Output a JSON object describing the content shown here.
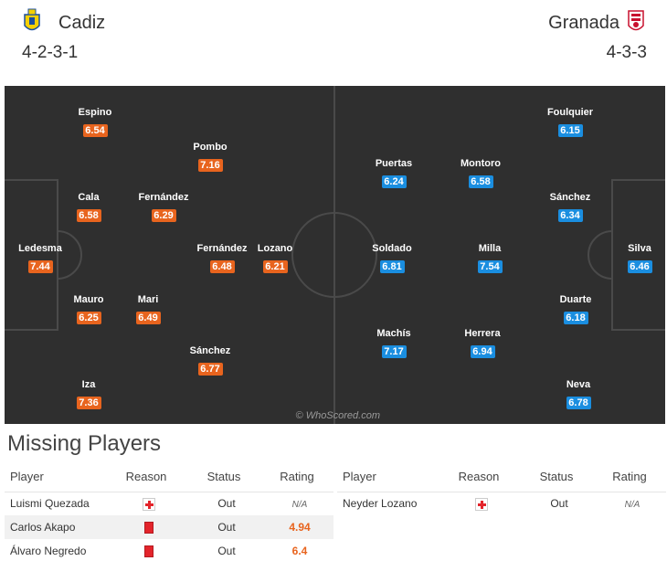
{
  "home": {
    "name": "Cadiz",
    "formation": "4-2-3-1",
    "players": [
      {
        "name": "Espino",
        "rating": "6.54"
      },
      {
        "name": "Pombo",
        "rating": "7.16"
      },
      {
        "name": "Cala",
        "rating": "6.58"
      },
      {
        "name": "Fernández",
        "rating": "6.29"
      },
      {
        "name": "Ledesma",
        "rating": "7.44"
      },
      {
        "name": "Fernández",
        "rating": "6.48"
      },
      {
        "name": "Lozano",
        "rating": "6.21"
      },
      {
        "name": "Mauro",
        "rating": "6.25"
      },
      {
        "name": "Mari",
        "rating": "6.49"
      },
      {
        "name": "Sánchez",
        "rating": "6.77"
      },
      {
        "name": "Iza",
        "rating": "7.36"
      }
    ]
  },
  "away": {
    "name": "Granada",
    "formation": "4-3-3",
    "players": [
      {
        "name": "Foulquier",
        "rating": "6.15"
      },
      {
        "name": "Puertas",
        "rating": "6.24"
      },
      {
        "name": "Montoro",
        "rating": "6.58"
      },
      {
        "name": "Sánchez",
        "rating": "6.34"
      },
      {
        "name": "Soldado",
        "rating": "6.81"
      },
      {
        "name": "Milla",
        "rating": "7.54"
      },
      {
        "name": "Silva",
        "rating": "6.46"
      },
      {
        "name": "Duarte",
        "rating": "6.18"
      },
      {
        "name": "Machís",
        "rating": "7.17"
      },
      {
        "name": "Herrera",
        "rating": "6.94"
      },
      {
        "name": "Neva",
        "rating": "6.78"
      }
    ]
  },
  "credit": "© WhoScored.com",
  "missing": {
    "title": "Missing Players",
    "headers": {
      "player": "Player",
      "reason": "Reason",
      "status": "Status",
      "rating": "Rating"
    },
    "home": [
      {
        "player": "Luismi Quezada",
        "reason_icon": "injury-icon",
        "status": "Out",
        "rating": "N/A"
      },
      {
        "player": "Carlos Akapo",
        "reason_icon": "red-card-icon",
        "status": "Out",
        "rating": "4.94"
      },
      {
        "player": "Álvaro Negredo",
        "reason_icon": "red-card-icon",
        "status": "Out",
        "rating": "6.4"
      }
    ],
    "away": [
      {
        "player": "Neyder Lozano",
        "reason_icon": "injury-icon",
        "status": "Out",
        "rating": "N/A"
      }
    ]
  },
  "colors": {
    "home_rating": "#e8641e",
    "away_rating": "#1a8ee0",
    "pitch": "#2f2f2f"
  }
}
